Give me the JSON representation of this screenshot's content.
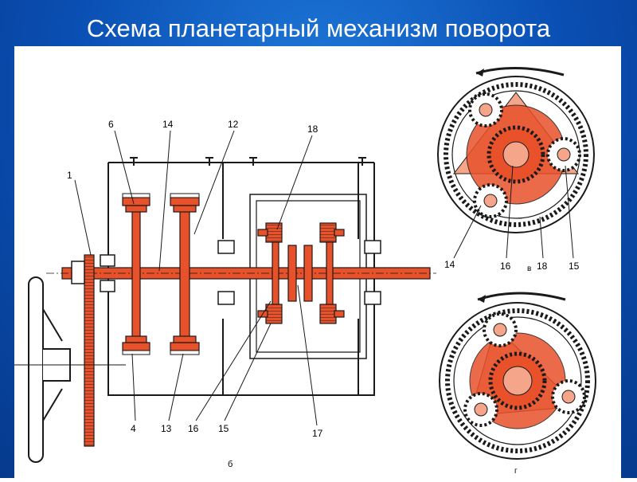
{
  "slide": {
    "title": "Схема планетарный механизм поворота"
  },
  "colors": {
    "background": "#0a4fb4",
    "gear_fill": "#e8512a",
    "gear_light": "#f4a58a",
    "line": "#1a1a1a"
  },
  "diagram": {
    "main_caption": "б",
    "left_labels": {
      "l1": "1",
      "l6": "6",
      "l14": "14",
      "l12": "12",
      "l18": "18",
      "l4": "4",
      "l13": "13",
      "l16": "16",
      "l15": "15",
      "l17": "17"
    },
    "top_right": {
      "caption": "в",
      "l14": "14",
      "l16": "16",
      "l18": "18",
      "l15": "15"
    },
    "bottom_right": {
      "caption": "г"
    }
  }
}
